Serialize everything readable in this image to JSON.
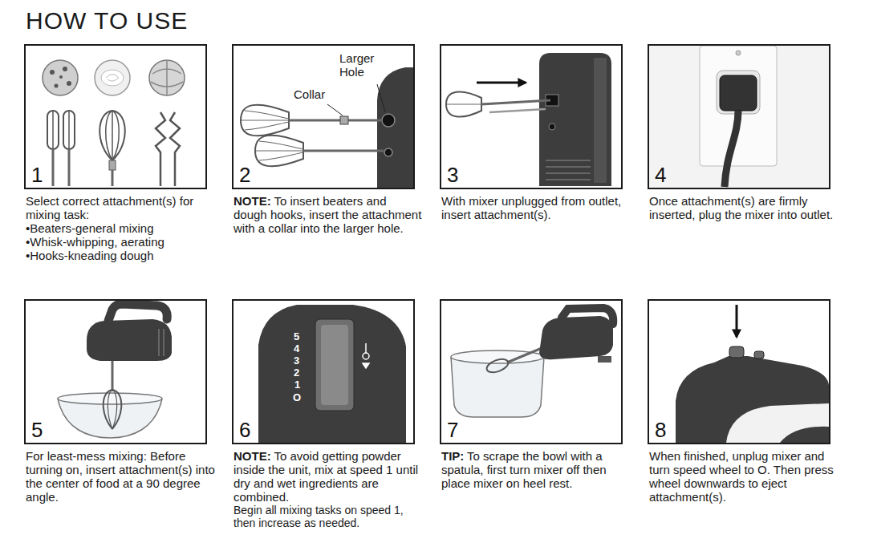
{
  "diagram": {
    "title": "HOW TO USE",
    "nodes": [
      {
        "text": [
          "1",
          "Select correct attachment(s) for mixing task:",
          "•Beaters-general mixing",
          "•Whisk-whipping, aerating",
          "•Hooks-kneading dough"
        ]
      },
      {
        "text": [
          "2",
          "NOTE:",
          "To insert beaters and dough hooks, insert the attachment with a collar into the larger hole."
        ]
      },
      {
        "text": [
          "3",
          "With mixer unplugged from outlet, insert attachment(s)."
        ]
      },
      {
        "text": [
          "4",
          "Once attachment(s) are firmly inserted, plug the mixer into outlet."
        ]
      },
      {
        "text": [
          "5",
          "For least-mess mixing: Before turning on, insert attachment(s) into the center of food at a 90 degree angle."
        ]
      },
      {
        "text": [
          "6",
          "NOTE:",
          "To avoid getting powder inside the unit, mix at speed 1 until dry and wet ingredients are combined.",
          "Begin all mixing tasks on speed 1, then increase as needed."
        ]
      },
      {
        "text": [
          "7",
          "TIP:",
          "To scrape the bowl with a spatula, first turn mixer off then place mixer on heel rest."
        ]
      },
      {
        "text": [
          "8",
          "When finished, unplug mixer and turn speed wheel to O. Then press wheel downwards to eject attachment(s)."
        ]
      }
    ],
    "labels": [
      "Larger Hole",
      "Collar",
      "5",
      "4",
      "3",
      "2",
      "1",
      "O"
    ]
  }
}
